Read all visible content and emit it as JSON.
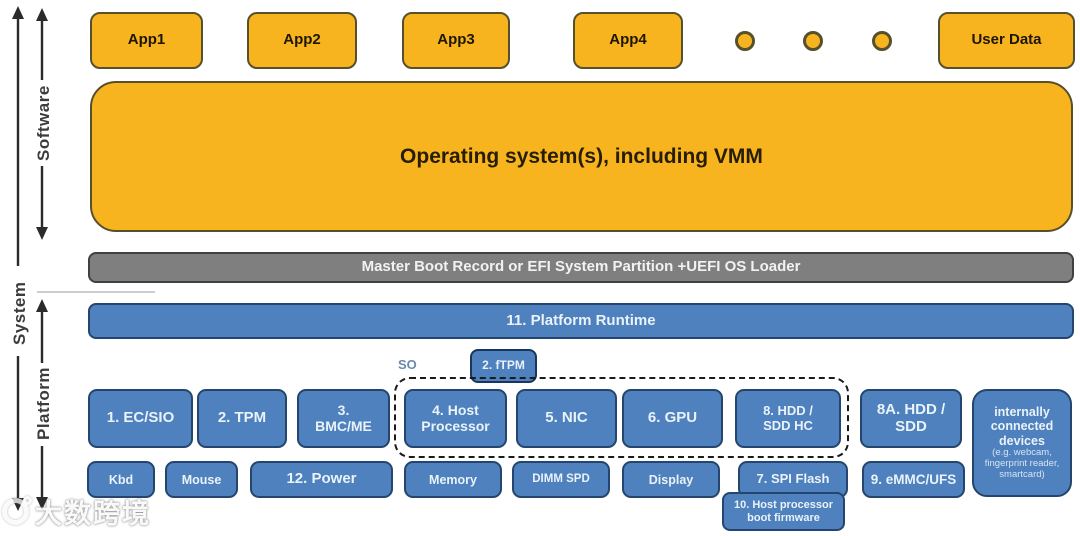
{
  "axes": {
    "software_label": "Software",
    "system_label": "System",
    "platform_label": "Platform"
  },
  "software": {
    "apps": [
      {
        "label": "App1"
      },
      {
        "label": "App2"
      },
      {
        "label": "App3"
      },
      {
        "label": "App4"
      }
    ],
    "user_data_label": "User Data",
    "os_label": "Operating system(s), including VMM"
  },
  "system": {
    "boot_loader_label": "Master Boot Record or EFI System Partition +UEFI OS Loader",
    "platform_runtime_label": "11. Platform Runtime"
  },
  "platform": {
    "soc_label": "SO",
    "ftpm_label": "2. fTPM",
    "row1": [
      {
        "label": "1. EC/SIO"
      },
      {
        "label": "2. TPM"
      },
      {
        "label": "3.\nBMC/ME"
      },
      {
        "label": "4. Host\nProcessor"
      },
      {
        "label": "5. NIC"
      },
      {
        "label": "6. GPU"
      },
      {
        "label": "8. HDD /\nSDD HC"
      },
      {
        "label": "8A.  HDD /\nSDD"
      }
    ],
    "row2": [
      {
        "label": "Kbd"
      },
      {
        "label": "Mouse"
      },
      {
        "label": "12. Power"
      },
      {
        "label": "Memory"
      },
      {
        "label": "DIMM SPD"
      },
      {
        "label": "Display"
      },
      {
        "label": "7. SPI Flash"
      },
      {
        "label": "9. eMMC/UFS"
      }
    ],
    "boot_firmware_label": "10. Host processor\nboot firmware",
    "internal_devices": {
      "title": "internally\nconnected\ndevices",
      "examples": "(e.g. webcam,\nfingerprint reader,\nsmartcard)"
    }
  },
  "watermark": {
    "text": "大数跨境"
  },
  "colors": {
    "gold": "#F8B41E",
    "gold_border": "#57502C",
    "blue": "#4E81BD",
    "blue_border": "#24466E",
    "ftpm_border": "#17375E",
    "gray": "#7F7F7F",
    "gray_border": "#404040",
    "arrow": "#2B2B2B",
    "soc_text": "#6B89AD"
  }
}
